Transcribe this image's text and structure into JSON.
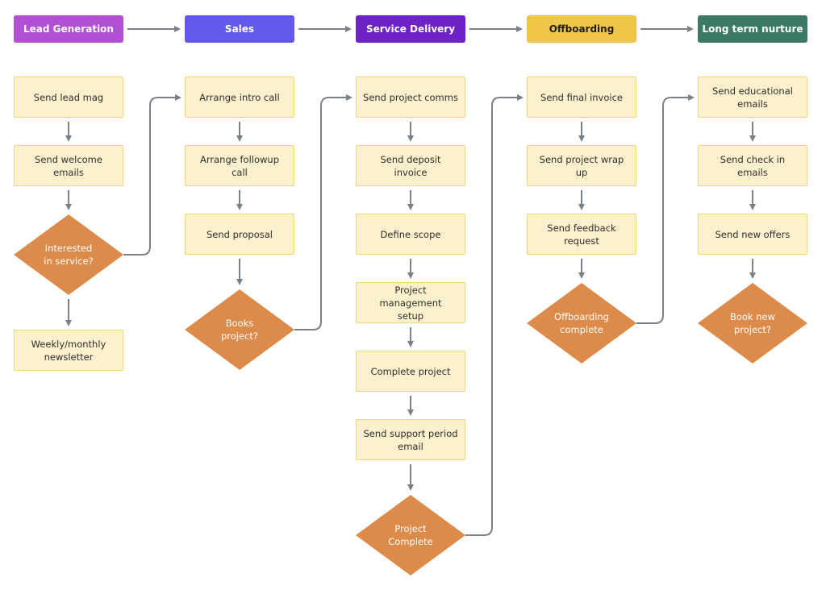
{
  "colors": {
    "lead_generation": "#b24fd3",
    "sales": "#6359ea",
    "service_delivery": "#6e22c6",
    "offboarding": "#efc64a",
    "long_term_nurture": "#3d7a64",
    "step_fill": "#fdf1cd",
    "step_border": "#f1d77a",
    "decision_fill": "#dd8b4b",
    "connector": "#7b818b"
  },
  "columns": [
    {
      "header": "Lead Generation",
      "steps": [
        "Send lead mag",
        "Send welcome\nemails"
      ],
      "decision": "Interested\nin service?",
      "after_decision": "Weekly/monthly\nnewsletter"
    },
    {
      "header": "Sales",
      "steps": [
        "Arrange intro call",
        "Arrange followup call",
        "Send proposal"
      ],
      "decision": "Books\nproject?"
    },
    {
      "header": "Service Delivery",
      "steps": [
        "Send project comms",
        "Send deposit invoice",
        "Define scope",
        "Project management\nsetup",
        "Complete project",
        "Send support period\nemail"
      ],
      "decision": "Project\nComplete"
    },
    {
      "header": "Offboarding",
      "steps": [
        "Send final invoice",
        "Send project wrap up",
        "Send feedback\nrequest"
      ],
      "decision": "Offboarding\ncomplete"
    },
    {
      "header": "Long term nurture",
      "steps": [
        "Send educational\nemails",
        "Send check in emails",
        "Send new offers"
      ],
      "decision": "Book new\nproject?"
    }
  ]
}
